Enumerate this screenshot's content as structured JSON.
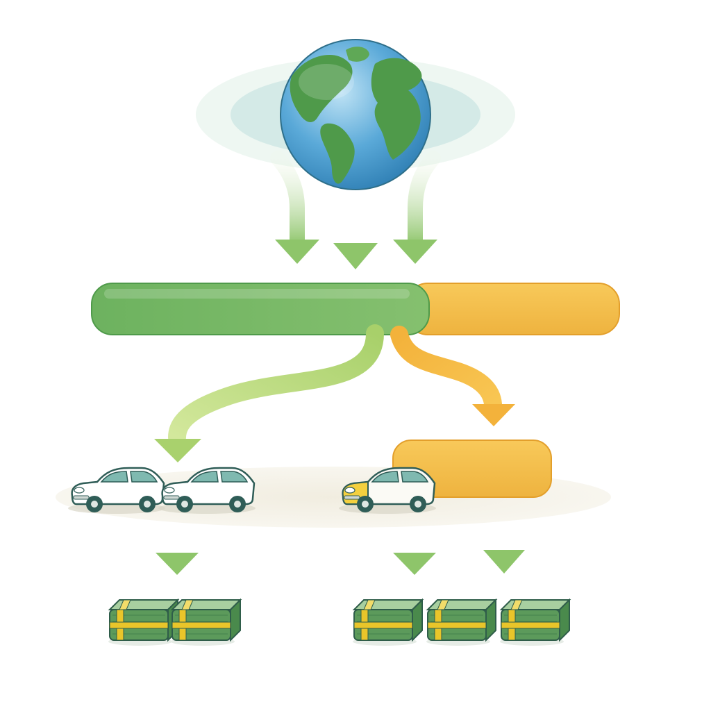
{
  "diagram": {
    "elements": {
      "globe": "globe-icon",
      "split_bar": "split-bar",
      "destination_bar": "destination-bar",
      "car": "car-icon",
      "money_bundle": "money-bundle-icon"
    },
    "colors": {
      "green": "#79b96b",
      "green_dark": "#5a9d4f",
      "green_light": "#c6dc8e",
      "yellow": "#f6bf48",
      "yellow_dark": "#e9a838",
      "ocean": "#5aa9d8",
      "land": "#4f9a4a",
      "car_body": "#ffffff",
      "car_outline": "#2f5d57",
      "money": "#5c9a5b",
      "money_band": "#e9c52a",
      "halo": "#d6ece6"
    },
    "split": {
      "green_share": 0.67,
      "yellow_share": 0.33
    },
    "groups": {
      "left": {
        "cars": 2,
        "bundles": 2
      },
      "right": {
        "cars": 1,
        "bundles": 3
      }
    }
  }
}
